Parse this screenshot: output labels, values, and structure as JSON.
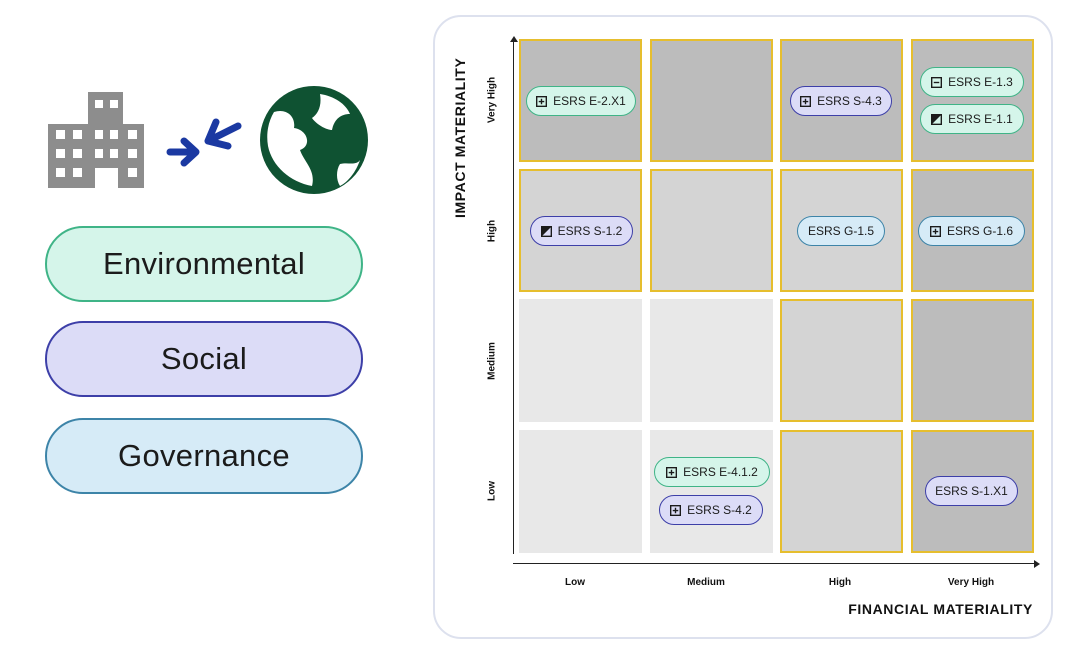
{
  "categories": {
    "environmental": "Environmental",
    "social": "Social",
    "governance": "Governance"
  },
  "icons": {
    "left": "building-icon",
    "middle": "converging-arrows-icon",
    "right": "globe-icon"
  },
  "colors": {
    "environmental_fill": "#d5f5ea",
    "environmental_border": "#3fb487",
    "social_fill": "#dcdcf7",
    "social_border": "#3d3fa8",
    "governance_fill": "#d6ebf7",
    "governance_border": "#3d84a8",
    "highlight_border": "#e6be2e",
    "globe": "#0f5232",
    "arrows": "#1b39a2",
    "building": "#8d8d8d"
  },
  "matrix": {
    "y_axis_title": "IMPACT MATERIALITY",
    "x_axis_title": "FINANCIAL MATERIALITY",
    "row_levels": [
      "Very High",
      "High",
      "Medium",
      "Low"
    ],
    "col_levels": [
      "Low",
      "Medium",
      "High",
      "Very High"
    ],
    "tags": [
      {
        "label": "ESRS E-2.X1",
        "category": "environmental",
        "impact": "Very High",
        "financial": "Low",
        "icon": "plus-square-icon"
      },
      {
        "label": "ESRS S-4.3",
        "category": "social",
        "impact": "Very High",
        "financial": "High",
        "icon": "plus-square-icon"
      },
      {
        "label": "ESRS E-1.3",
        "category": "environmental",
        "impact": "Very High",
        "financial": "Very High",
        "icon": "minus-square-icon"
      },
      {
        "label": "ESRS E-1.1",
        "category": "environmental",
        "impact": "Very High",
        "financial": "Very High",
        "icon": "half-square-icon"
      },
      {
        "label": "ESRS S-1.2",
        "category": "social",
        "impact": "High",
        "financial": "Low",
        "icon": "half-square-icon"
      },
      {
        "label": "ESRS G-1.5",
        "category": "governance",
        "impact": "High",
        "financial": "High",
        "icon": ""
      },
      {
        "label": "ESRS G-1.6",
        "category": "governance",
        "impact": "High",
        "financial": "Very High",
        "icon": "plus-square-icon"
      },
      {
        "label": "ESRS E-4.1.2",
        "category": "environmental",
        "impact": "Low",
        "financial": "Medium",
        "icon": "plus-square-icon"
      },
      {
        "label": "ESRS S-4.2",
        "category": "social",
        "impact": "Low",
        "financial": "Medium",
        "icon": "plus-square-icon"
      },
      {
        "label": "ESRS S-1.X1",
        "category": "social",
        "impact": "Low",
        "financial": "Very High",
        "icon": ""
      }
    ]
  }
}
